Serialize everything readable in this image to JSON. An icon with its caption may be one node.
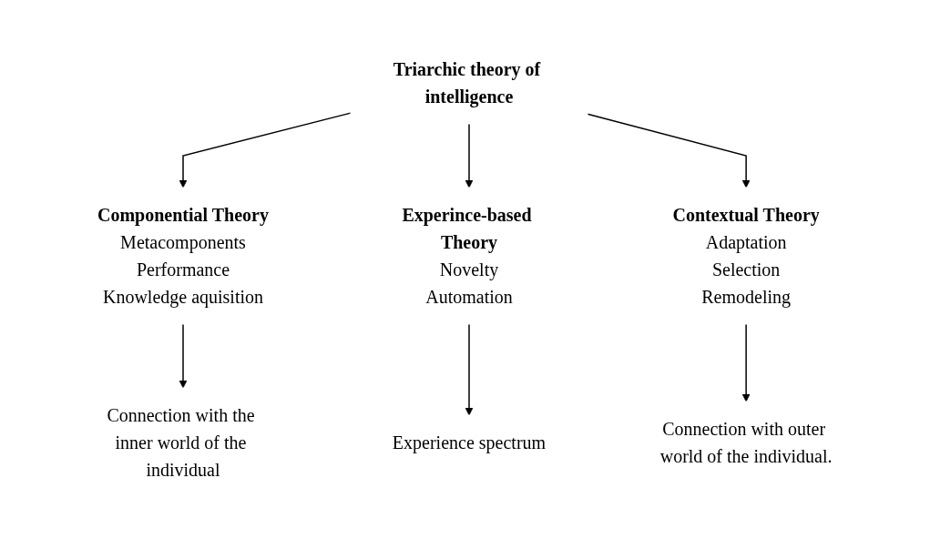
{
  "diagram": {
    "nodes": [
      {
        "text": [
          "Triarchic theory of intelligence"
        ]
      },
      {
        "text": [
          "Componential Theory",
          "Metacomponents",
          "Performance",
          "Knowledge aquisition"
        ]
      },
      {
        "text": [
          "Experince-based Theory",
          "Novelty",
          "Automation"
        ]
      },
      {
        "text": [
          "Contextual Theory",
          "Adaptation",
          "Selection",
          "Remodeling"
        ]
      },
      {
        "text": [
          "Connection with the inner world of the individual"
        ]
      },
      {
        "text": [
          "Experience spectrum"
        ]
      },
      {
        "text": [
          "Connection with outer world of the individual."
        ]
      }
    ],
    "edges": [
      {
        "from": 0,
        "to": 1,
        "arrow": "to"
      },
      {
        "from": 0,
        "to": 2,
        "arrow": "to"
      },
      {
        "from": 0,
        "to": 3,
        "arrow": "to"
      },
      {
        "from": 1,
        "to": 4,
        "arrow": "to"
      },
      {
        "from": 2,
        "to": 5,
        "arrow": "to"
      },
      {
        "from": 3,
        "to": 6,
        "arrow": "to"
      }
    ]
  }
}
